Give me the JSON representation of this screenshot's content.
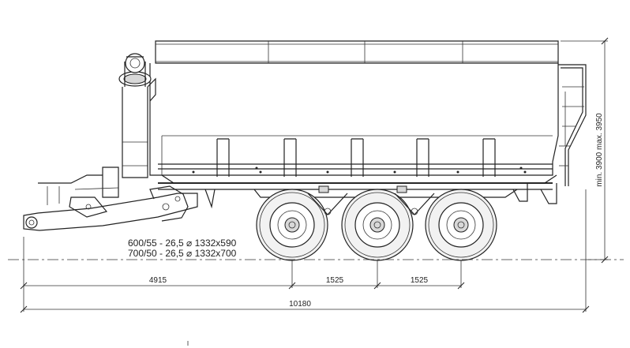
{
  "dimensions": {
    "front_to_first_axle": "4915",
    "axle_spacing_1": "1525",
    "axle_spacing_2": "1525",
    "overall_length": "10180",
    "height_range": "min. 3900 max. 3950"
  },
  "tyres": {
    "option_1": "600/55 - 26,5  ⌀ 1332x590",
    "option_2": "700/50 - 26,5  ⌀ 1332x700"
  },
  "colors": {
    "line": "#222222",
    "background": "#ffffff"
  }
}
